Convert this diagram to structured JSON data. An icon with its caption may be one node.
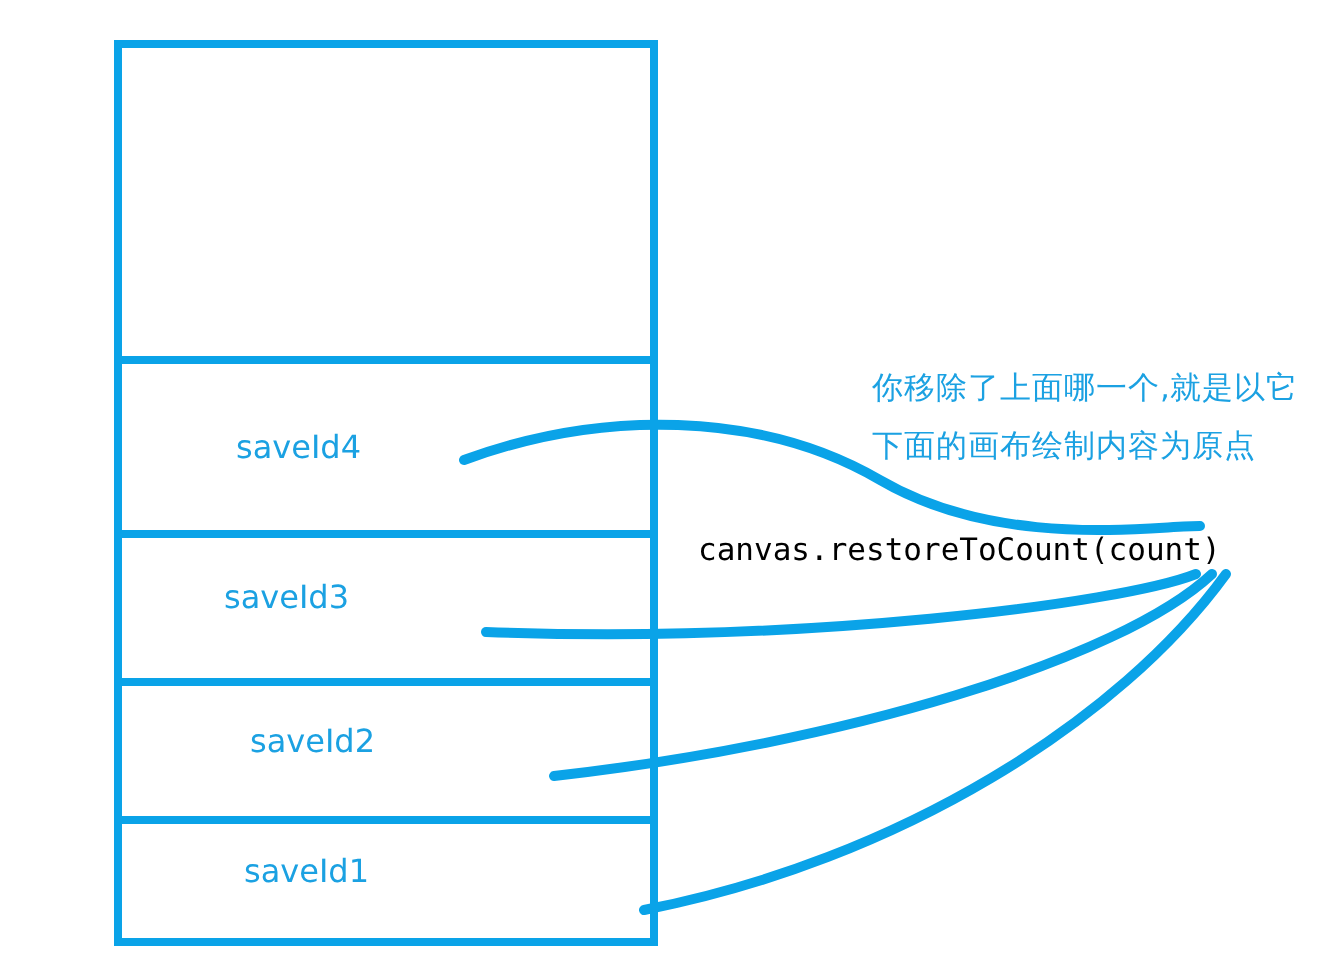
{
  "diagram": {
    "nodes": [
      {
        "text": [],
        "shape": "box"
      },
      {
        "text": [
          "saveId4"
        ],
        "in": 0
      },
      {
        "text": [
          "saveId3"
        ],
        "in": 0
      },
      {
        "text": [
          "saveId2"
        ],
        "in": 0
      },
      {
        "text": [
          "saveId1"
        ],
        "in": 0
      },
      {
        "text": [
          "canvas.restoreToCount(count)"
        ]
      }
    ],
    "edges": [
      {
        "from": 1,
        "to": 5,
        "arrow": "none"
      },
      {
        "from": 2,
        "to": 5,
        "arrow": "none"
      },
      {
        "from": 3,
        "to": 5,
        "arrow": "none"
      },
      {
        "from": 4,
        "to": 5,
        "arrow": "none"
      }
    ],
    "labels": [
      "你移除了上面哪一个,就是以它下面的画布绘制内容为原点"
    ]
  }
}
